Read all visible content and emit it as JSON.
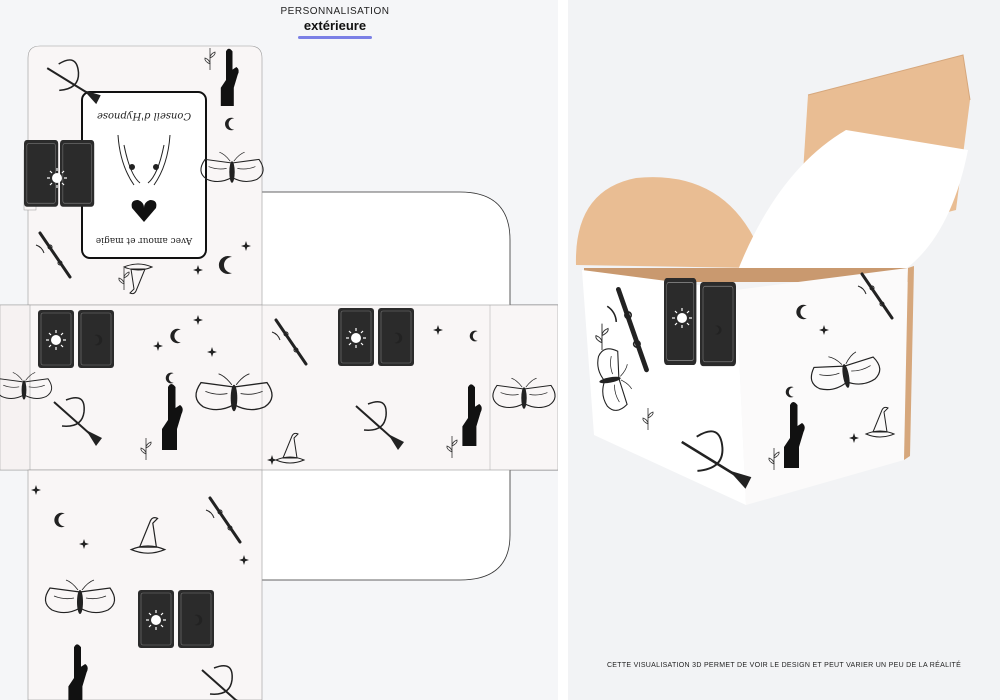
{
  "tab": {
    "label": "PERSONNALISATION",
    "active": "extérieure",
    "accent": "#7b80e6"
  },
  "design": {
    "label_brand_script": "Conseil d'Hypnose",
    "label_slogan": "Avec amour et magie",
    "icons": [
      "moon-icon",
      "sun-icon",
      "star-icon",
      "moth-icon",
      "hand-icon",
      "witch-hat-icon",
      "broom-icon",
      "wand-icon",
      "tarot-card-icon",
      "heart-icon"
    ],
    "background_color": "#f9f6f6",
    "card_color": "#2b2b2b",
    "carton_color": "#e9bd93"
  },
  "preview": {
    "caption": "CETTE VISUALISATION 3D PERMET DE VOIR LE DESIGN ET PEUT VARIER UN PEU DE LA RÉALITÉ"
  }
}
